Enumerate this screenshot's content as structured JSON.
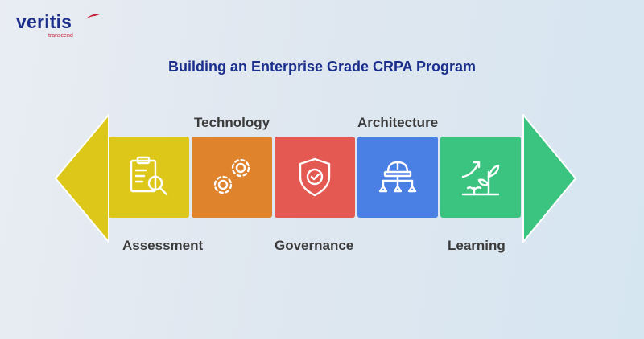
{
  "brand": {
    "name": "veritis",
    "tagline": "transcend",
    "primary_color": "#1c2f8c",
    "accent_color": "#c8243a"
  },
  "title": "Building an Enterprise Grade CRPA Program",
  "stages": [
    {
      "label": "Assessment",
      "color": "#ddc81a",
      "icon": "clipboard-search-icon"
    },
    {
      "label": "Technology",
      "color": "#e0832d",
      "icon": "gears-icon"
    },
    {
      "label": "Governance",
      "color": "#e45a52",
      "icon": "shield-check-icon"
    },
    {
      "label": "Architecture",
      "color": "#4a80e4",
      "icon": "hardhat-hierarchy-icon"
    },
    {
      "label": "Learning",
      "color": "#3bc47f",
      "icon": "growth-plant-icon"
    }
  ],
  "arrow_colors": {
    "left": "#ddc81a",
    "right": "#3bc47f"
  }
}
